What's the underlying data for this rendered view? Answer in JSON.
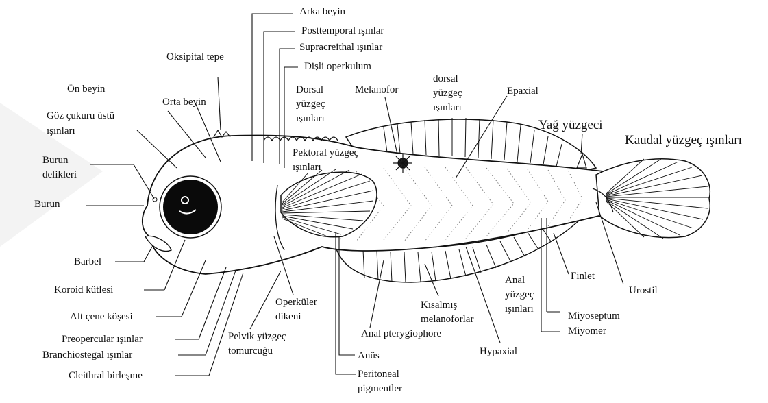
{
  "labels": {
    "arka_beyin": "Arka beyin",
    "posttemporal": "Posttemporal ışınlar",
    "supracreithal": "Supracreithal ışınlar",
    "oksipital_tepe": "Oksipital tepe",
    "disli_operkulum": "Dişli operkulum",
    "on_beyin": "Ön beyin",
    "orta_beyin": "Orta beyin",
    "dorsal_yuzgec_1": "Dorsal",
    "dorsal_yuzgec_2": "yüzgeç",
    "dorsal_yuzgec_3": "ışınları",
    "melanofor": "Melanofor",
    "dorsal2_1": "dorsal",
    "dorsal2_2": "yüzgeç",
    "dorsal2_3": "ışınları",
    "epaxial": "Epaxial",
    "goz_1": "Göz çukuru üstü",
    "goz_2": "ışınları",
    "yag_yuzgeci": "Yağ yüzgeci",
    "kaudal": "Kaudal yüzgeç ışınları",
    "pektoral_1": "Pektoral yüzgeç",
    "pektoral_2": "ışınları",
    "burun_delik_1": "Burun",
    "burun_delik_2": "delikleri",
    "burun": "Burun",
    "barbel": "Barbel",
    "koroid": "Koroid kütlesi",
    "alt_cene": "Alt çene köşesi",
    "operkuler_1": "Operküler",
    "operkuler_2": "dikeni",
    "preopercular": "Preopercular ışınlar",
    "branchiostegal": "Branchiostegal ışınlar",
    "cleithral": "Cleithral birleşme",
    "pelvik_1": "Pelvik yüzgeç",
    "pelvik_2": "tomurcuğu",
    "kisalmis_1": "Kısalmış",
    "kisalmis_2": "melanoforlar",
    "anal_pteryg": "Anal pterygiophore",
    "anus": "Anüs",
    "peritoneal_1": "Peritoneal",
    "peritoneal_2": "pigmentler",
    "hypaxial": "Hypaxial",
    "anal_1": "Anal",
    "anal_2": "yüzgeç",
    "anal_3": "ışınları",
    "finlet": "Finlet",
    "urostil": "Urostil",
    "miyoseptum": "Miyoseptum",
    "miyomer": "Miyomer"
  },
  "colors": {
    "ink": "#111111",
    "background": "#ffffff",
    "watermark": "#f2f2f2"
  }
}
